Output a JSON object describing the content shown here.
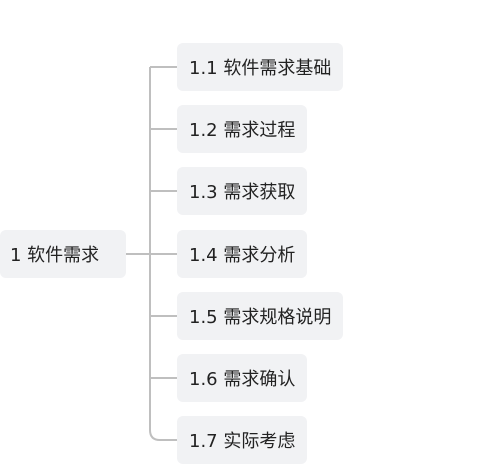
{
  "root": {
    "label": "1 软件需求"
  },
  "children": [
    {
      "label": "1.1 软件需求基础"
    },
    {
      "label": "1.2 需求过程"
    },
    {
      "label": "1.3 需求获取"
    },
    {
      "label": "1.4 需求分析"
    },
    {
      "label": "1.5 需求规格说明"
    },
    {
      "label": "1.6 需求确认"
    },
    {
      "label": "1.7 实际考虑"
    }
  ],
  "colors": {
    "node_fill": "#f1f2f4",
    "connector": "#bfbfbf",
    "text": "#222222"
  }
}
